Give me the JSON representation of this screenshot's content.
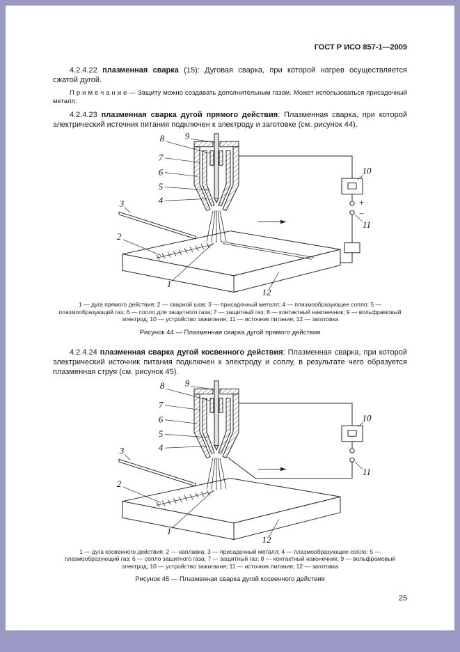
{
  "page": {
    "header": "ГОСТ Р ИСО 857-1—2009",
    "number": "25"
  },
  "colors": {
    "frame_background": "#9a99c6",
    "page_background": "#ffffff",
    "ink": "#1a1a1a"
  },
  "paragraphs": {
    "p22": {
      "clause": "4.2.4.22 ",
      "term": "плазменная сварка",
      "text": " (15): Дуговая сварка, при которой нагрев осуществляется сжатой дугой."
    },
    "note": {
      "label": "П р и м е ч а н и е",
      "text": " — Защиту можно создавать дополнительным газом. Может использоваться присадочный металл."
    },
    "p23": {
      "clause": "4.2.4.23 ",
      "term": "плазменная сварка дугой прямого действия",
      "text": ": Плазменная сварка, при которой электрический источник питания подключен к электроду и заготовке (см. рисунок 44)."
    },
    "p24": {
      "clause": "4.2.4.24 ",
      "term": "плазменная сварка дугой косвенного действия",
      "text": ": Плазменная сварка, при которой электрический источник питания подключен к электроду и соплу, в результате чего образуется плазменная струя (см. рисунок 45)."
    }
  },
  "figure44": {
    "caption": "Рисунок 44 — Плазменная сварка дугой прямого действия",
    "legend_items": [
      "1 — дуга прямого действия",
      "2 — сварной шов",
      "3 — присадочный металл",
      "4 — плазмообразующее сопло",
      "5 — плазмообразующий газ",
      "6 — сопло для защитного газа",
      "7 — защитный газ",
      "8 — контактный наконечник",
      "9 — вольфрамовый электрод",
      "10 — устройство зажигания",
      "11 — источник питания",
      "12 — заготовка"
    ],
    "labels": {
      "n1": "1",
      "n2": "2",
      "n3": "3",
      "n4": "4",
      "n5": "5",
      "n6": "6",
      "n7": "7",
      "n8": "8",
      "n9": "9",
      "n10": "10",
      "n11": "11",
      "n12": "12"
    },
    "plus": "+",
    "minus": "−"
  },
  "figure45": {
    "caption": "Рисунок 45 — Плазменная сварка дугой косвенного действия",
    "legend_items": [
      "1 — дуга косвенного действия",
      "2 — наплавка",
      "3 — присадочный металл",
      "4 — плазмообразующее сопло",
      "5 — плазмообразующий газ",
      "6 — сопло защитного газа",
      "7 — защитный газ",
      "8 — контактный наконечник",
      "9 — вольфрамовый электрод",
      "10 — устройство зажигания",
      "11 — источник питания",
      "12 — заготовка"
    ],
    "labels": {
      "n1": "1",
      "n2": "2",
      "n3": "3",
      "n4": "4",
      "n5": "5",
      "n6": "6",
      "n7": "7",
      "n8": "8",
      "n9": "9",
      "n10": "10",
      "n11": "11",
      "n12": "12"
    }
  }
}
